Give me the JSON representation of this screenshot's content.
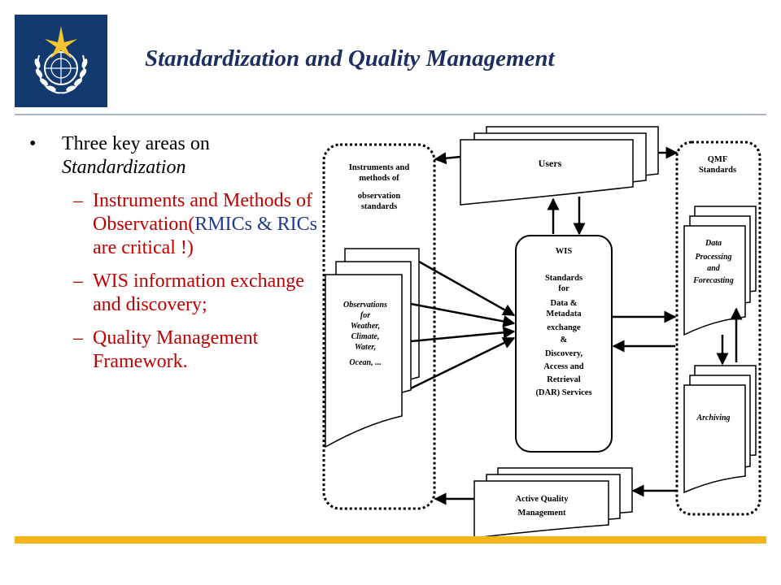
{
  "title": "Standardization and Quality Management",
  "bullets": {
    "main_line1": "Three key areas on",
    "main_line2": "Standardization",
    "sub1_part1": "Instruments and Methods of Observation(",
    "sub1_part2": "RMICs & RICs",
    "sub1_part3": "  are critical !)",
    "sub2": "WIS information exchange and discovery;",
    "sub3": "Quality Management Framework.",
    "bullet_glyph": "•",
    "dash_glyph": "–"
  },
  "diagram": {
    "users": "Users",
    "instruments_box": [
      "Instruments and",
      "methods of",
      "observation",
      "standards"
    ],
    "observations": [
      "Observations",
      "for",
      "Weather,",
      "Climate,",
      "Water,",
      "Ocean, ..."
    ],
    "wis": [
      "WIS",
      "",
      "Standards",
      "for",
      "Data &",
      "Metadata",
      "exchange",
      "&",
      "Discovery,",
      "Access and",
      "Retrieval",
      "(DAR) Services"
    ],
    "qmf": [
      "QMF",
      "Standards"
    ],
    "data_processing": [
      "Data",
      "Processing",
      "and",
      "Forecasting"
    ],
    "archiving": "Archiving",
    "active_quality": [
      "Active Quality",
      "Management"
    ]
  },
  "colors": {
    "title": "#1d2f5e",
    "sub_bullets": "#c00000",
    "highlight": "#1f3a8a",
    "logo_bg": "#123a6e",
    "bottom_rule": "#f4b41a"
  },
  "icons": {
    "logo": "wmo-emblem-icon"
  }
}
